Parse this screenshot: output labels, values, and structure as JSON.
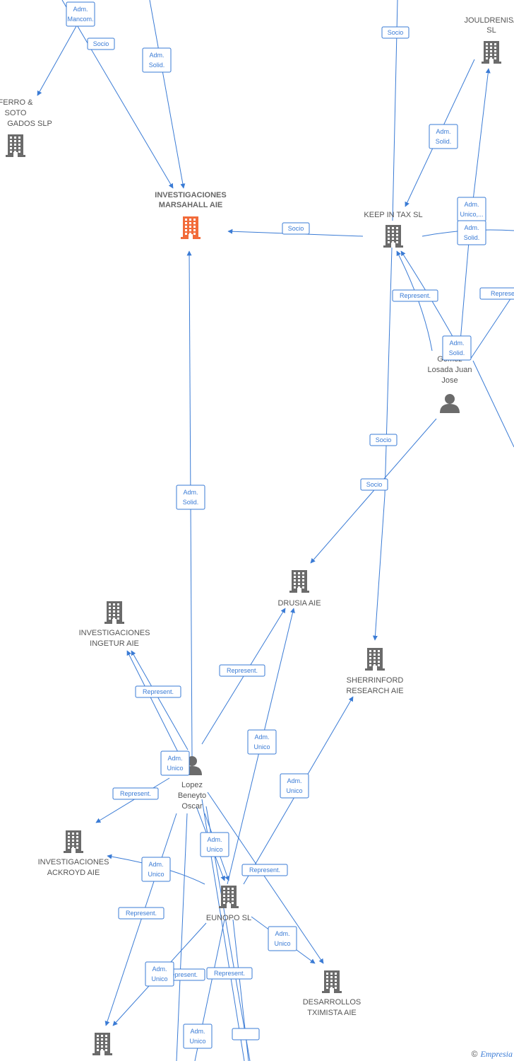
{
  "colors": {
    "edge": "#3a7bd5",
    "building": "#6b6b6b",
    "building_main": "#f26b3a",
    "person": "#6b6b6b"
  },
  "nodes": [
    {
      "id": "marsahall",
      "kind": "building-main",
      "label": [
        "INVESTIGACIONES",
        "MARSAHALL AIE"
      ]
    },
    {
      "id": "keepintax",
      "kind": "building",
      "label": [
        "KEEP IN TAX  SL"
      ]
    },
    {
      "id": "jouldrenisa",
      "kind": "building",
      "label": [
        "JOULDRENISA",
        "SL"
      ]
    },
    {
      "id": "ferro",
      "kind": "building",
      "label": [
        "FERRO &",
        "SOTO",
        "GADOS  SLP"
      ]
    },
    {
      "id": "gomez",
      "kind": "person",
      "label": [
        "Gomez",
        "Losada Juan",
        "Jose"
      ]
    },
    {
      "id": "drusia",
      "kind": "building",
      "label": [
        "DRUSIA  AIE"
      ]
    },
    {
      "id": "sherrinford",
      "kind": "building",
      "label": [
        "SHERRINFORD",
        "RESEARCH  AIE"
      ]
    },
    {
      "id": "ingetur",
      "kind": "building",
      "label": [
        "INVESTIGACIONES",
        "INGETUR AIE"
      ]
    },
    {
      "id": "lopez",
      "kind": "person",
      "label": [
        "Lopez",
        "Beneyto",
        "Oscar"
      ]
    },
    {
      "id": "ackroyd",
      "kind": "building",
      "label": [
        "INVESTIGACIONES",
        "ACKROYD AIE"
      ]
    },
    {
      "id": "eunopo",
      "kind": "building",
      "label": [
        "EUNOPO  SL"
      ]
    },
    {
      "id": "desarrollos",
      "kind": "building",
      "label": [
        "DESARROLLOS",
        "TXIMISTA AIE"
      ]
    },
    {
      "id": "bottomleft",
      "kind": "building",
      "label": []
    }
  ],
  "edge_labels": [
    [
      "Adm.",
      "Mancom."
    ],
    [
      "Socio"
    ],
    [
      "Adm.",
      "Solid."
    ],
    [
      "Socio"
    ],
    [
      "Adm.",
      "Solid."
    ],
    [
      "Adm.",
      "Unico,..."
    ],
    [
      "Adm.",
      "Solid."
    ],
    [
      "Socio"
    ],
    [
      "Represent."
    ],
    [
      "Represe"
    ],
    [
      "Adm.",
      "Solid."
    ],
    [
      "Socio"
    ],
    [
      "Socio"
    ],
    [
      "Adm.",
      "Solid."
    ],
    [
      "Represent."
    ],
    [
      "Represent."
    ],
    [
      "Adm.",
      "Unico"
    ],
    [
      "Adm.",
      "Unico"
    ],
    [
      "Represent."
    ],
    [
      "Adm.",
      "Unico"
    ],
    [
      "Adm.",
      "Unico"
    ],
    [
      "Represent."
    ],
    [
      "Represent."
    ],
    [
      "Adm.",
      "Unico"
    ],
    [
      "Adm.",
      "Unico"
    ],
    [
      "Represent."
    ],
    [
      "Represent."
    ],
    [
      "Adm.",
      "Unico"
    ],
    [
      "Adm.",
      "Unico"
    ]
  ],
  "footer": {
    "copyright": "©",
    "brand": "Empresia"
  }
}
